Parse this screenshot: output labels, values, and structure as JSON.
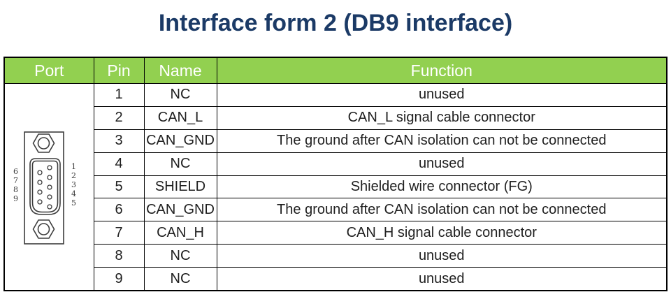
{
  "title": "Interface form 2 (DB9 interface)",
  "colors": {
    "title_text": "#1b3a66",
    "header_bg": "#92d050",
    "header_text": "#ffffff",
    "table_border": "#000000",
    "body_text": "#1f1f1f",
    "connector_line": "#3c3c3c"
  },
  "table": {
    "headers": [
      "Port",
      "Pin",
      "Name",
      "Function"
    ],
    "rows": [
      {
        "pin": "1",
        "name": "NC",
        "function": "unused"
      },
      {
        "pin": "2",
        "name": "CAN_L",
        "function": "CAN_L signal cable connector"
      },
      {
        "pin": "3",
        "name": "CAN_GND",
        "function": "The ground after CAN isolation can not be connected"
      },
      {
        "pin": "4",
        "name": "NC",
        "function": "unused"
      },
      {
        "pin": "5",
        "name": "SHIELD",
        "function": "Shielded wire connector (FG)"
      },
      {
        "pin": "6",
        "name": "CAN_GND",
        "function": "The ground after CAN isolation can not be connected"
      },
      {
        "pin": "7",
        "name": "CAN_H",
        "function": "CAN_H signal cable connector"
      },
      {
        "pin": "8",
        "name": "NC",
        "function": "unused"
      },
      {
        "pin": "9",
        "name": "NC",
        "function": "unused"
      }
    ]
  },
  "connector": {
    "left_labels": [
      "6",
      "7",
      "8",
      "9"
    ],
    "right_labels": [
      "1",
      "2",
      "3",
      "4",
      "5"
    ]
  }
}
